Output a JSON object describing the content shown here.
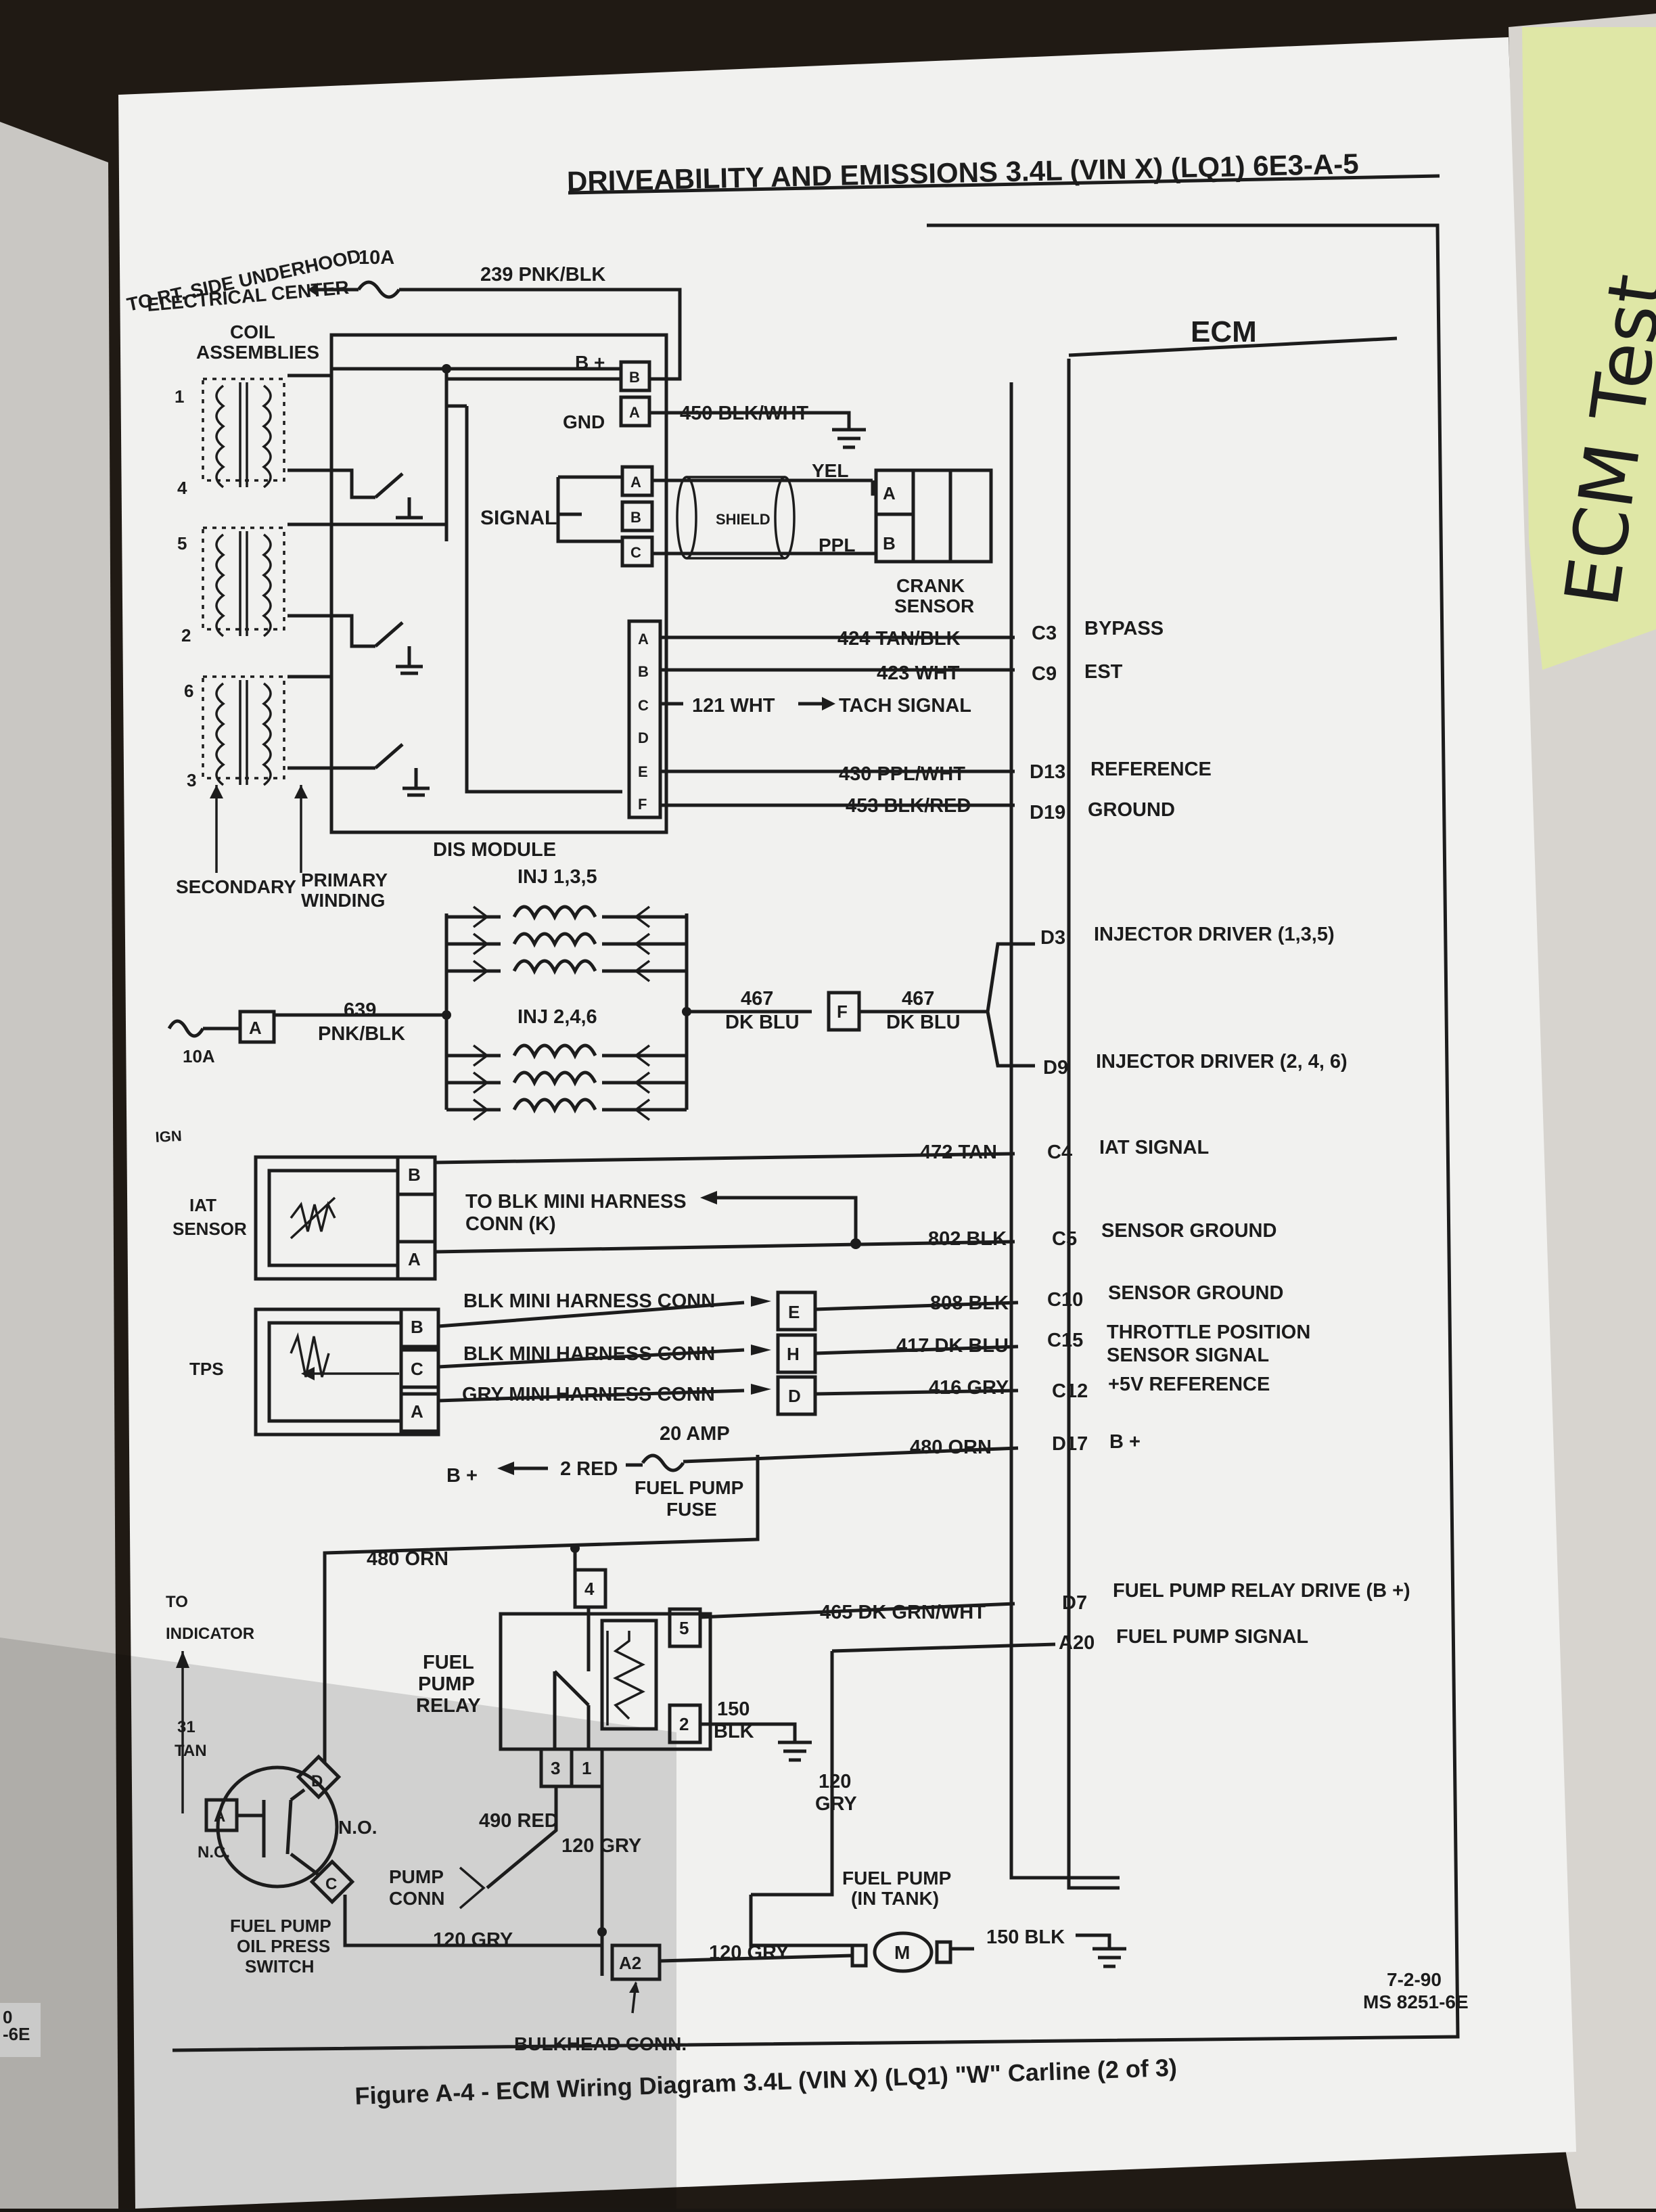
{
  "header": "DRIVEABILITY AND EMISSIONS 3.4L (VIN X) (LQ1) 6E3-A-5",
  "caption": "Figure A-4 - ECM Wiring Diagram 3.4L (VIN X) (LQ1) \"W\" Carline (2 of 3)",
  "footer_date": "7-2-90",
  "footer_code": "MS 8251-6E",
  "left_page_margin": [
    "0",
    "-6E"
  ],
  "sticky_note": "ECM Test",
  "ecm": {
    "title": "ECM",
    "pins": [
      {
        "pin": "C3",
        "label": "BYPASS"
      },
      {
        "pin": "C9",
        "label": "EST"
      },
      {
        "pin": "D13",
        "label": "REFERENCE"
      },
      {
        "pin": "D19",
        "label": "GROUND"
      },
      {
        "pin": "D3",
        "label": "INJECTOR DRIVER (1,3,5)"
      },
      {
        "pin": "D9",
        "label": "INJECTOR DRIVER (2, 4, 6)"
      },
      {
        "pin": "C4",
        "label": "IAT SIGNAL"
      },
      {
        "pin": "C5",
        "label": "SENSOR GROUND"
      },
      {
        "pin": "C10",
        "label": "SENSOR GROUND"
      },
      {
        "pin": "C15",
        "label": "THROTTLE POSITION"
      },
      {
        "pin": "C12",
        "label": "+5V REFERENCE"
      },
      {
        "pin": "D17",
        "label": "B +"
      },
      {
        "pin": "D7",
        "label": "FUEL PUMP RELAY DRIVE (B +)"
      },
      {
        "pin": "A20",
        "label": "FUEL PUMP SIGNAL"
      }
    ],
    "c15_line2": "SENSOR SIGNAL"
  },
  "wires": {
    "w239": "239 PNK/BLK",
    "w450": "450 BLK/WHT",
    "yel": "YEL",
    "ppl": "PPL",
    "w424": "424 TAN/BLK",
    "w423": "423 WHT",
    "w121": "121 WHT",
    "tach": "TACH SIGNAL",
    "w430": "430 PPL/WHT",
    "w453": "453 BLK/RED",
    "w639a": "639",
    "w639b": "PNK/BLK",
    "w467a": "467",
    "w467b": "DK BLU",
    "w472": "472 TAN",
    "w802": "802 BLK",
    "w808": "808 BLK",
    "w417": "417 DK BLU",
    "w416": "416 GRY",
    "w480": "480 ORN",
    "w480b": "480 ORN",
    "w2red": "2 RED",
    "w465": "465 DK GRN/WHT",
    "w150a": "150",
    "w150b": "BLK",
    "w120a": "120",
    "w120b": "GRY",
    "w490": "490 RED",
    "w120c": "120 GRY",
    "w120d": "120 GRY",
    "w120e": "120 GRY",
    "w150c": "150 BLK"
  },
  "labels": {
    "to_rt_side_1": "TO RT. SIDE UNDERHOOD",
    "to_rt_side_2": "ELECTRICAL CENTER",
    "fuse10a": "10A",
    "fuse10a_b": "10A",
    "coil1": "COIL",
    "coil2": "ASSEMBLIES",
    "bplus": "B +",
    "gnd": "GND",
    "signal": "SIGNAL",
    "shield": "SHIELD",
    "crank1": "CRANK",
    "crank2": "SENSOR",
    "dis": "DIS MODULE",
    "secondary": "SECONDARY",
    "primary1": "PRIMARY",
    "primary2": "WINDING",
    "inj135": "INJ 1,3,5",
    "inj246": "INJ 2,4,6",
    "ign": "IGN",
    "iat1": "IAT",
    "iat2": "SENSOR",
    "tps": "TPS",
    "blk_mini1": "TO BLK MINI HARNESS",
    "blk_mini2": "CONN (K)",
    "blk_conn1": "BLK MINI HARNESS CONN",
    "blk_conn2": "BLK MINI HARNESS CONN",
    "gry_conn": "GRY MINI HARNESS CONN",
    "bplus2": "B +",
    "amp20": "20 AMP",
    "fpfuse1": "FUEL PUMP",
    "fpfuse2": "FUSE",
    "to_ind1": "TO",
    "to_ind2": "INDICATOR",
    "tan31a": "31",
    "tan31b": "TAN",
    "fpr1": "FUEL",
    "fpr2": "PUMP",
    "fpr3": "RELAY",
    "no": "N.O.",
    "nc": "N.C.",
    "pconn1": "PUMP",
    "pconn2": "CONN",
    "fpops1": "FUEL PUMP",
    "fpops2": "OIL PRESS",
    "fpops3": "SWITCH",
    "fptank1": "FUEL PUMP",
    "fptank2": "(IN TANK)",
    "motor": "M",
    "bulkhead": "BULKHEAD CONN.",
    "a2": "A2"
  },
  "connector_letters": {
    "A": "A",
    "B": "B",
    "C": "C",
    "D": "D",
    "E": "E",
    "F": "F",
    "H": "H",
    "n1": "1",
    "n2": "2",
    "n3": "3",
    "n4": "4",
    "n5": "5",
    "n1pos": "1",
    "n4pos": "4",
    "n5pos": "5",
    "n2pos": "2",
    "n6pos": "6",
    "n3pos": "3"
  }
}
